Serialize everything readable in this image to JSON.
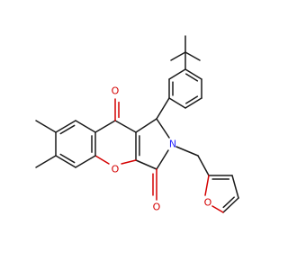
{
  "molecule": {
    "atom_labels": {
      "carbonyl_top_oxygen": "O",
      "ring_oxygen": "O",
      "carbonyl_right_oxygen": "O",
      "nitrogen": "N",
      "furan_oxygen": "O"
    },
    "colors": {
      "bond": "#1a1a1a",
      "oxygen": "#d40000",
      "nitrogen": "#2a2aff",
      "background": "#ffffff"
    }
  }
}
